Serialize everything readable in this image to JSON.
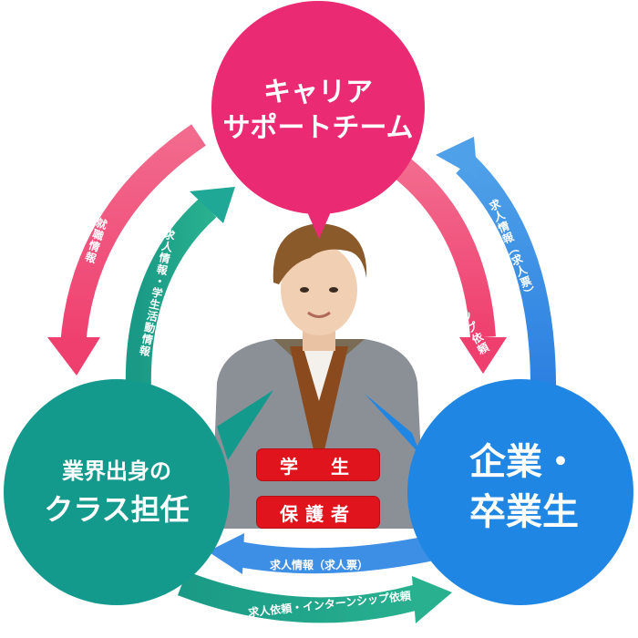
{
  "career_team": {
    "line1": "キャリア",
    "line2": "サポートチーム"
  },
  "company": {
    "line1": "企業・",
    "line2": "卒業生"
  },
  "teacher": {
    "line1": "業界出身の",
    "line2": "クラス担任"
  },
  "center": {
    "student": "学　生",
    "guardian": "保護者"
  },
  "arrows": {
    "pink_left": "就職情報",
    "teal_left": "求人情報・学生活動情報",
    "pink_right": "求人依頼・インターンシップ依頼",
    "blue_right": "求人情報（求人票）",
    "blue_bottom": "求人情報（求人票）",
    "teal_bottom": "求人依頼・インターンシップ依頼"
  },
  "colors": {
    "pink": "#ea2b73",
    "pink_light": "#f2648a",
    "blue": "#1f86e3",
    "blue_light": "#3d96e8",
    "teal": "#159b8d",
    "teal_light": "#20a897",
    "red_badge": "#e0141c"
  }
}
